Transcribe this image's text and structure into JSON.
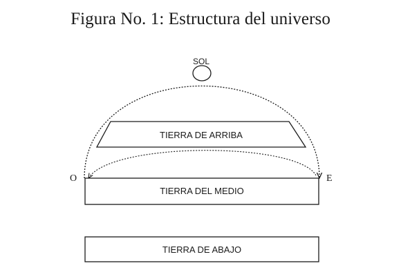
{
  "figure": {
    "title": "Figura No. 1: Estructura del universo"
  },
  "diagram": {
    "sun_label": "SOL",
    "west_label": "O",
    "east_label": "E",
    "upper_world_label": "TIERRA DE ARRIBA",
    "middle_world_label": "TIERRA DEL MEDIO",
    "lower_world_label": "TIERRA DE ABAJO"
  },
  "colors": {
    "ink": "#1a1a1a",
    "background": "#ffffff"
  }
}
